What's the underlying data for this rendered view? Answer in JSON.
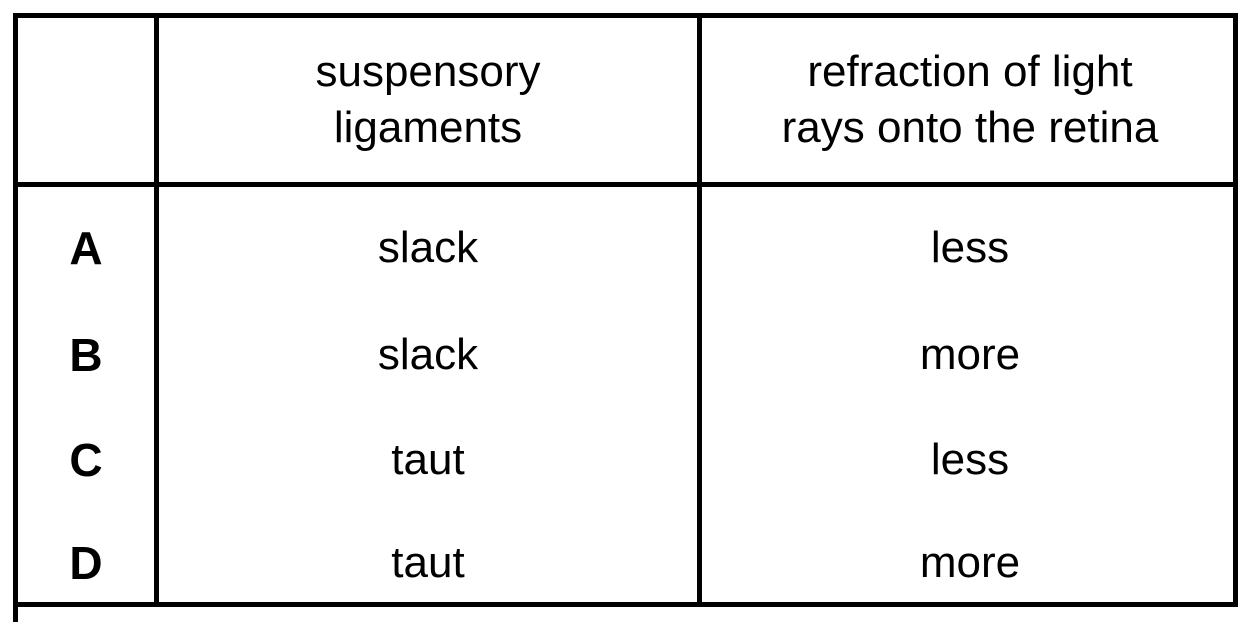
{
  "table": {
    "header": {
      "label_column": "",
      "columns": [
        "suspensory\nligaments",
        "refraction of light\nrays onto the retina"
      ],
      "col1_line1": "suspensory",
      "col1_line2": "ligaments",
      "col2_line1": "refraction of light",
      "col2_line2": "rays onto the retina"
    },
    "rows": [
      {
        "label": "A",
        "suspensory_ligaments": "slack",
        "refraction": "less"
      },
      {
        "label": "B",
        "suspensory_ligaments": "slack",
        "refraction": "more"
      },
      {
        "label": "C",
        "suspensory_ligaments": "taut",
        "refraction": "less"
      },
      {
        "label": "D",
        "suspensory_ligaments": "taut",
        "refraction": "more"
      }
    ]
  },
  "colors": {
    "background": "#ffffff",
    "text": "#000000",
    "border": "#000000"
  }
}
